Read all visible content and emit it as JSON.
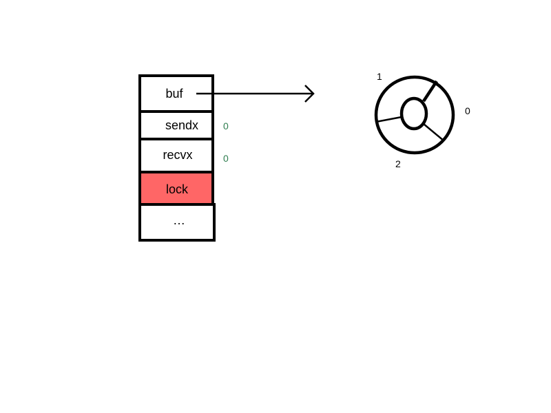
{
  "struct": {
    "fields": [
      {
        "label": "buf",
        "fill": "#ffffff"
      },
      {
        "label": "sendx",
        "fill": "#ffffff"
      },
      {
        "label": "recvx",
        "fill": "#ffffff"
      },
      {
        "label": "lock",
        "fill": "#ff6666"
      },
      {
        "label": "…",
        "fill": "#ffffff"
      }
    ],
    "sendx_value": "0",
    "recvx_value": "0",
    "value_color": "#2e7d4f"
  },
  "ring_buffer": {
    "slot_labels": [
      "1",
      "0",
      "2"
    ]
  }
}
